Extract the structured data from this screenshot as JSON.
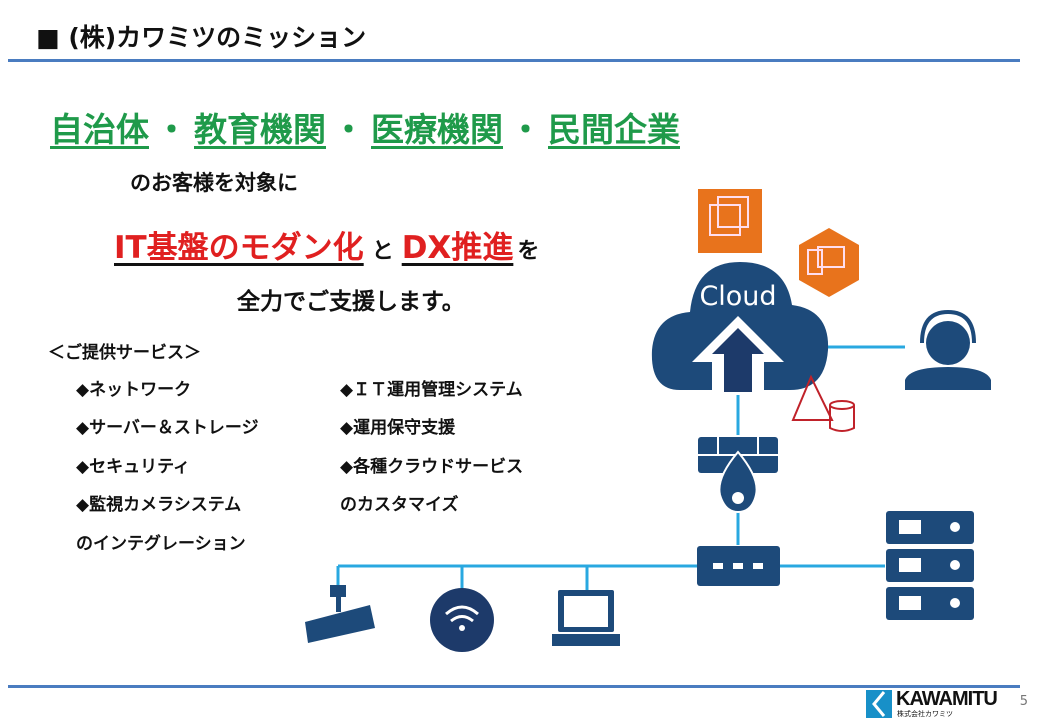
{
  "header": {
    "title": "■ (株)カワミツのミッション"
  },
  "mission": {
    "targets": [
      "自治体",
      "教育機関",
      "医療機関",
      "民間企業"
    ],
    "separator": "・",
    "line1": "のお客様を対象に",
    "highlight1": "IT基盤のモダン化",
    "connector": "と",
    "highlight2": "DX推進",
    "particle": "を",
    "line3": "全力でご支援します。"
  },
  "services": {
    "heading": "＜ご提供サービス＞",
    "left": [
      "◆ネットワーク",
      "◆サーバー＆ストレージ",
      "◆セキュリティ",
      "◆監視カメラシステム",
      "のインテグレーション"
    ],
    "right": [
      "◆ＩＴ運用管理システム",
      "◆運用保守支援",
      "◆各種クラウドサービス",
      "のカスタマイズ"
    ]
  },
  "diagram": {
    "cloud_label": "Cloud"
  },
  "footer": {
    "logo_text": "KAWAMITU",
    "logo_sub": "株式会社カワミツ",
    "page_number": "5"
  },
  "colors": {
    "rule": "#4a7cc0",
    "green": "#1f9a4a",
    "red": "#e02020",
    "navy": "#1d4a7a",
    "line": "#29a8e0",
    "orange": "#e8731c"
  }
}
